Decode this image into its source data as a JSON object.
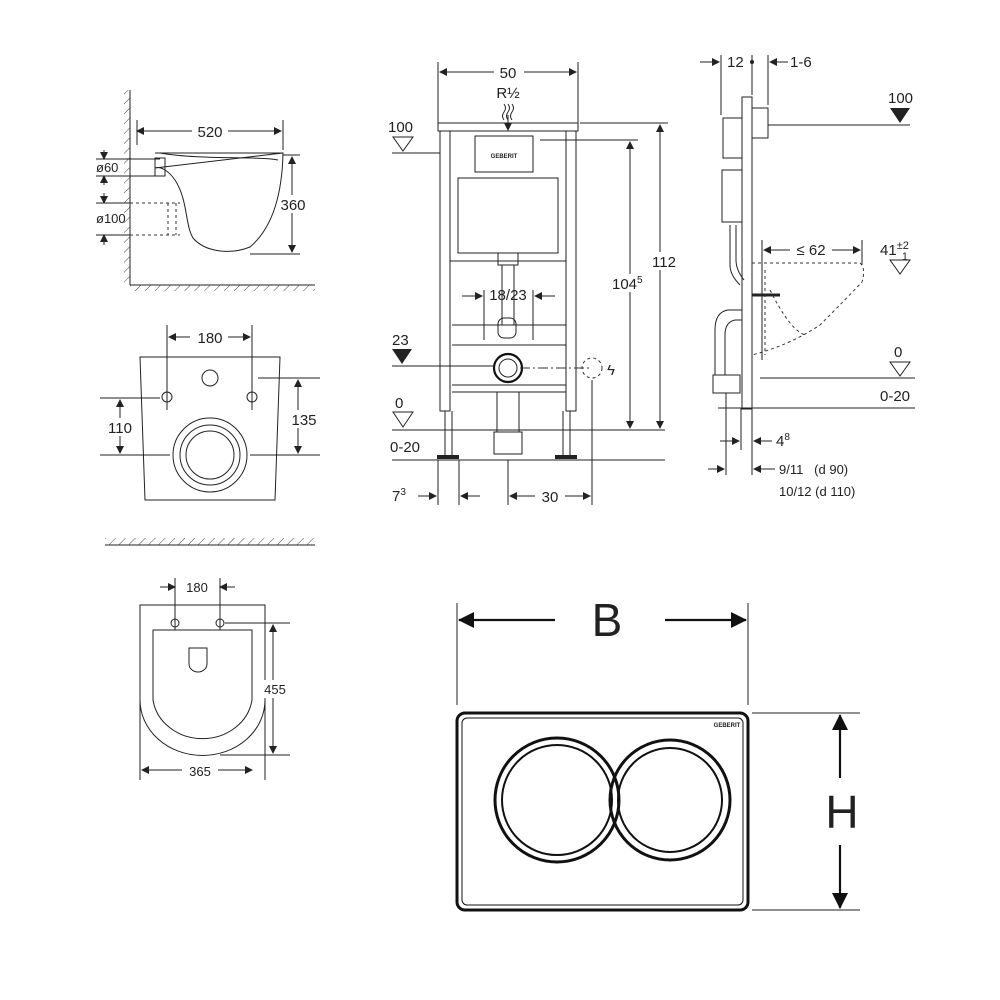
{
  "toilet_side": {
    "depth": "520",
    "height": "360",
    "inlet_diameter": "ø60",
    "outlet_diameter": "ø100"
  },
  "toilet_top": {
    "hole_spacing": "180",
    "hole_height": "110",
    "outlet_height": "135"
  },
  "toilet_bottom": {
    "hole_spacing": "180",
    "length": "455",
    "width": "365"
  },
  "frame_front": {
    "width": "50",
    "water_inlet": "R½",
    "level_100": "100",
    "total_height": "112",
    "height_1045": "104",
    "height_1045_sup": "5",
    "outlet_spacing": "18/23",
    "level_23": "23",
    "level_0": "0",
    "floor_adjust": "0-20",
    "foot_offset": "7",
    "foot_offset_sup": "3",
    "power_offset": "30",
    "brand": "GEBERIT"
  },
  "frame_side": {
    "depth_12": "12",
    "plate_1_6": "1-6",
    "level_100": "100",
    "bowl_projection": "≤ 62",
    "bowl_height": "41",
    "bowl_tol_plus": "±2",
    "bowl_tol_minus": "1",
    "level_0": "0",
    "floor_adjust": "0-20",
    "offset_48": "4",
    "offset_48_sup": "8",
    "offset_d90": "9/11   (d 90)",
    "offset_d110": "10/12 (d 110)"
  },
  "flush_plate": {
    "width_label": "B",
    "height_label": "H",
    "brand": "GEBERIT"
  }
}
